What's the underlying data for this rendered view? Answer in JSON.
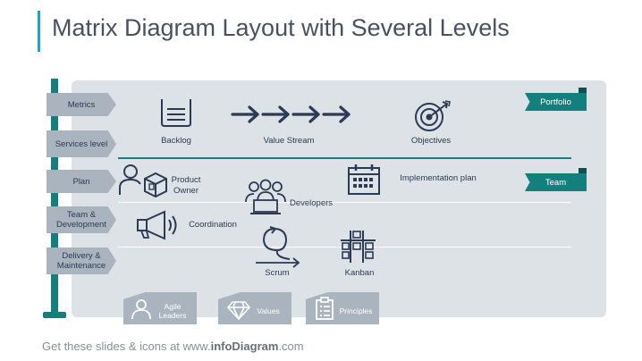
{
  "title": "Matrix Diagram Layout with Several Levels",
  "levels": [
    "Metrics",
    "Services level",
    "Plan",
    "Team & Development",
    "Delivery & Maintenance"
  ],
  "ribbons": {
    "portfolio": "Portfolio",
    "team": "Team"
  },
  "items": {
    "backlog": "Backlog",
    "value_stream": "Value Stream",
    "objectives": "Objectives",
    "product_owner": "Product Owner",
    "developers": "Developers",
    "implementation_plan": "Implementation plan",
    "coordination": "Coordination",
    "scrum": "Scrum",
    "kanban": "Kanban"
  },
  "bottom_tabs": [
    "Agile Leaders",
    "Values",
    "Principles"
  ],
  "footer": {
    "prefix": "Get these slides & icons at www.",
    "brand": "infoDiagram",
    "suffix": ".com"
  },
  "colors": {
    "teal": "#13807d",
    "accent_bar": "#1fa2c8",
    "panel": "#dde2e6",
    "tag": "#a9b4bf",
    "icon": "#2b3a55"
  }
}
